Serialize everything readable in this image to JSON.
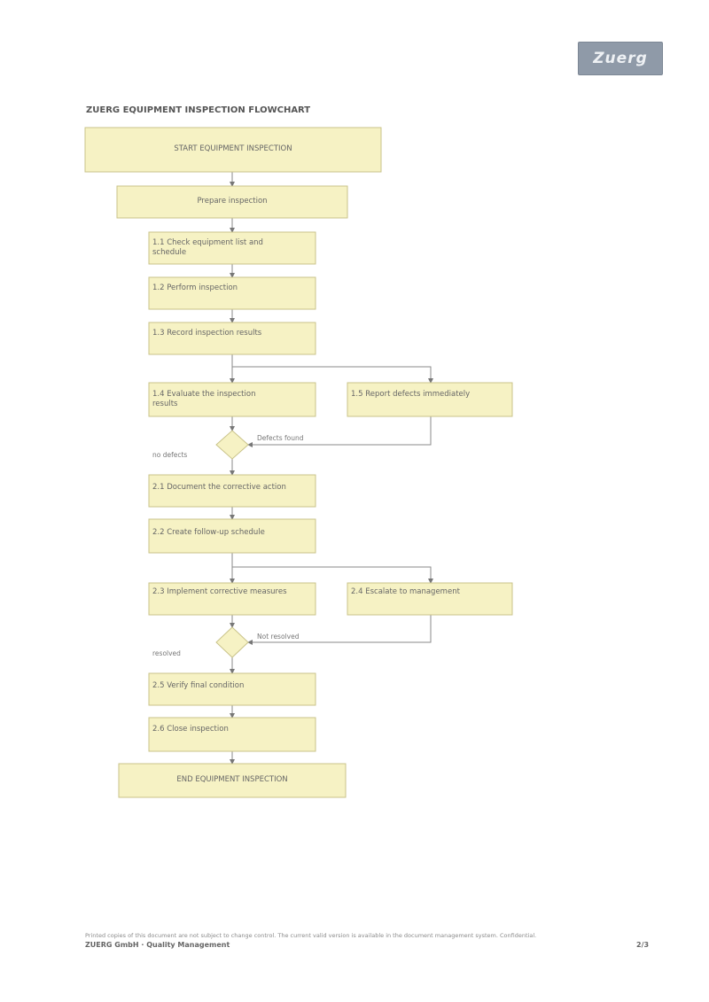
{
  "logo": {
    "text": "Zuerg"
  },
  "title": "ZUERG EQUIPMENT INSPECTION FLOWCHART",
  "boxes": {
    "b1": "START EQUIPMENT INSPECTION",
    "b2": "Prepare inspection",
    "b3": "1.1 Check equipment list and\nschedule",
    "b4": "1.2 Perform inspection",
    "b5": "1.3 Record inspection results",
    "b6": "1.4 Evaluate the inspection\nresults",
    "b7": "1.5 Report defects immediately",
    "b8": "2.1 Document the corrective action",
    "b9": "2.2 Create follow-up schedule",
    "b10": "2.3 Implement corrective measures",
    "b11": "2.4 Escalate to management",
    "b12": "2.5 Verify final condition",
    "b13": "2.6 Close inspection",
    "b14": "END EQUIPMENT INSPECTION"
  },
  "decisions": {
    "d1_no": "Defects found",
    "d1_yes": "no defects",
    "d2_no": "Not resolved",
    "d2_yes": "resolved"
  },
  "footer": {
    "note": "Printed copies of this document are not subject to change control. The current valid version is available in the document management system. Confidential.",
    "company": "ZUERG GmbH · Quality Management",
    "page": "2/3"
  }
}
